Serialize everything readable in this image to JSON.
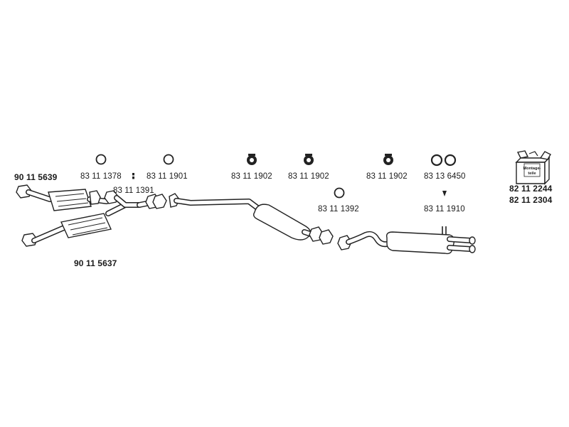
{
  "parts": {
    "front_pipe_top": "90 11 5639",
    "front_pipe_bottom": "90 11 5637",
    "ring_1": "83 11 1378",
    "ring_2": "83 11 1901",
    "clamp_small": "83 11 1391",
    "hanger_1": "83 11 1902",
    "hanger_2": "83 11 1902",
    "ring_3": "83 11 1392",
    "hanger_3": "83 11 1902",
    "double_ring": "83 13 6450",
    "tail_clip": "83 11 1910",
    "kit_a": "82 11 2244",
    "kit_b": "82 11 2304"
  },
  "kit_box_label": "Montage-teile",
  "icons": [
    "ring-icon",
    "hanger-icon",
    "clip-icon",
    "mounting-kit-box-icon"
  ]
}
